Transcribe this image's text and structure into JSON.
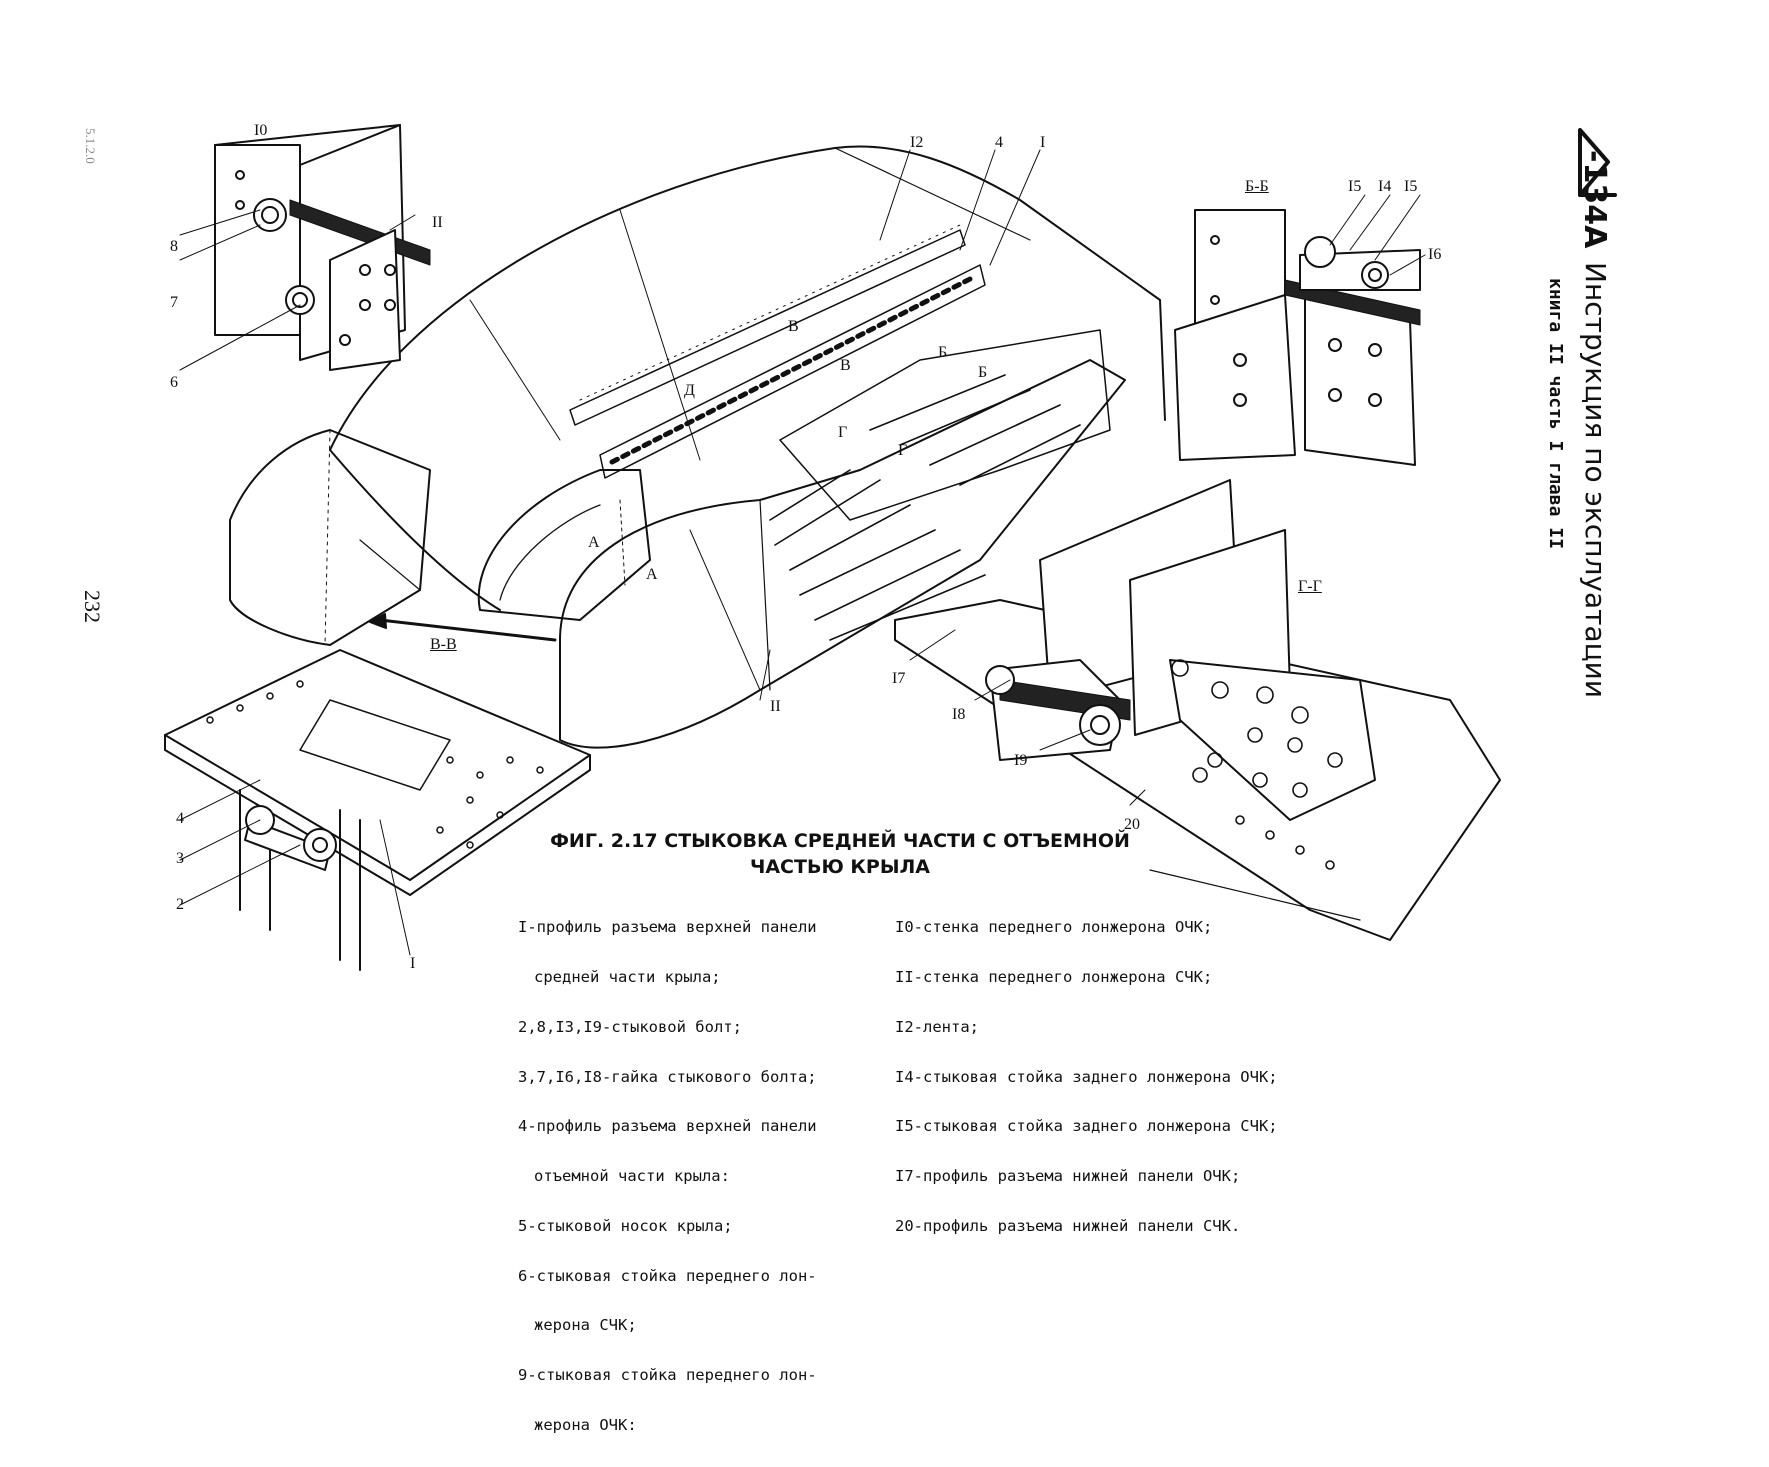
{
  "header": {
    "model": "-134А",
    "title": "Инструкция по эксплуатации",
    "subtitle": "книга II часть I глава II"
  },
  "page_number": "232",
  "ref_number": "5.1.2.0",
  "figure": {
    "caption_line1": "ФИГ. 2.17 СТЫКОВКА СРЕДНЕЙ ЧАСТИ С ОТЪЕМНОЙ",
    "caption_line2": "ЧАСТЬЮ КРЫЛА"
  },
  "section_labels": {
    "bb": "Б-Б",
    "vv": "В-В",
    "gg": "Г-Г",
    "dd": "Д",
    "a1": "А",
    "a2": "А",
    "b1": "Б",
    "b2": "Б",
    "v1": "В",
    "v2": "В",
    "g1": "Г",
    "g2": "Г"
  },
  "callouts": {
    "n10": "I0",
    "n11a": "II",
    "n8": "8",
    "n7": "7",
    "n6": "6",
    "n12": "I2",
    "n4top": "4",
    "n1top": "I",
    "n15a": "I5",
    "n14": "I4",
    "n15b": "I5",
    "n16": "I6",
    "n17": "I7",
    "n18": "I8",
    "n19": "I9",
    "n20": "20",
    "n11b": "II",
    "n4": "4",
    "n3": "3",
    "n2": "2",
    "n1": "I"
  },
  "legend_left": [
    {
      "text": "I-профиль разъема верхней панели",
      "indent": false
    },
    {
      "text": "средней части крыла;",
      "indent": true
    },
    {
      "text": "2,8,I3,I9-стыковой болт;",
      "indent": false
    },
    {
      "text": "3,7,I6,I8-гайка стыкового болта;",
      "indent": false
    },
    {
      "text": "4-профиль разъема верхней панели",
      "indent": false
    },
    {
      "text": "отъемной части крыла:",
      "indent": true
    },
    {
      "text": "5-стыковой носок крыла;",
      "indent": false
    },
    {
      "text": "6-стыковая стойка переднего лон-",
      "indent": false
    },
    {
      "text": "жерона СЧК;",
      "indent": true
    },
    {
      "text": "9-стыковая стойка переднего лон-",
      "indent": false
    },
    {
      "text": "жерона ОЧК:",
      "indent": true
    }
  ],
  "legend_right": [
    {
      "text": "I0-стенка переднего лонжерона ОЧК;"
    },
    {
      "text": "II-стенка переднего лонжерона СЧК;"
    },
    {
      "text": "I2-лента;"
    },
    {
      "text": "I4-стыковая стойка заднего лонжерона ОЧК;"
    },
    {
      "text": "I5-стыковая стойка заднего лонжерона СЧК;"
    },
    {
      "text": "I7-профиль разъема нижней панели ОЧК;"
    },
    {
      "text": "20-профиль разъема нижней панели СЧК."
    }
  ]
}
